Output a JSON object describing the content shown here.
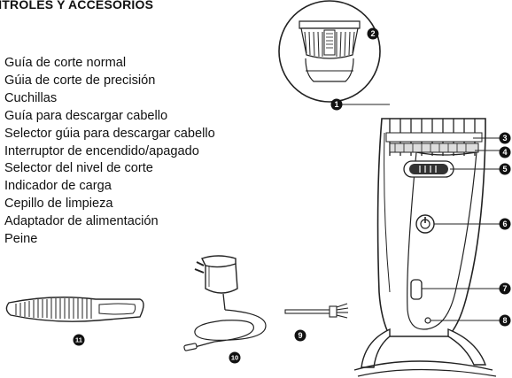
{
  "title": "NTROLES Y ACCESORIOS",
  "parts": [
    "Guía de corte normal",
    "Gúia de corte de precisión",
    "Cuchillas",
    "Guía para descargar cabello",
    "Selector gúia para descargar cabello",
    "Interruptor de encendido/apagado",
    "Selector del nivel de corte",
    "Indicador de carga",
    "Cepillo de limpieza",
    "Adaptador de alimentación",
    "Peine"
  ],
  "callouts": [
    "1",
    "2",
    "3",
    "4",
    "5",
    "6",
    "7",
    "8",
    "9",
    "10",
    "11"
  ]
}
